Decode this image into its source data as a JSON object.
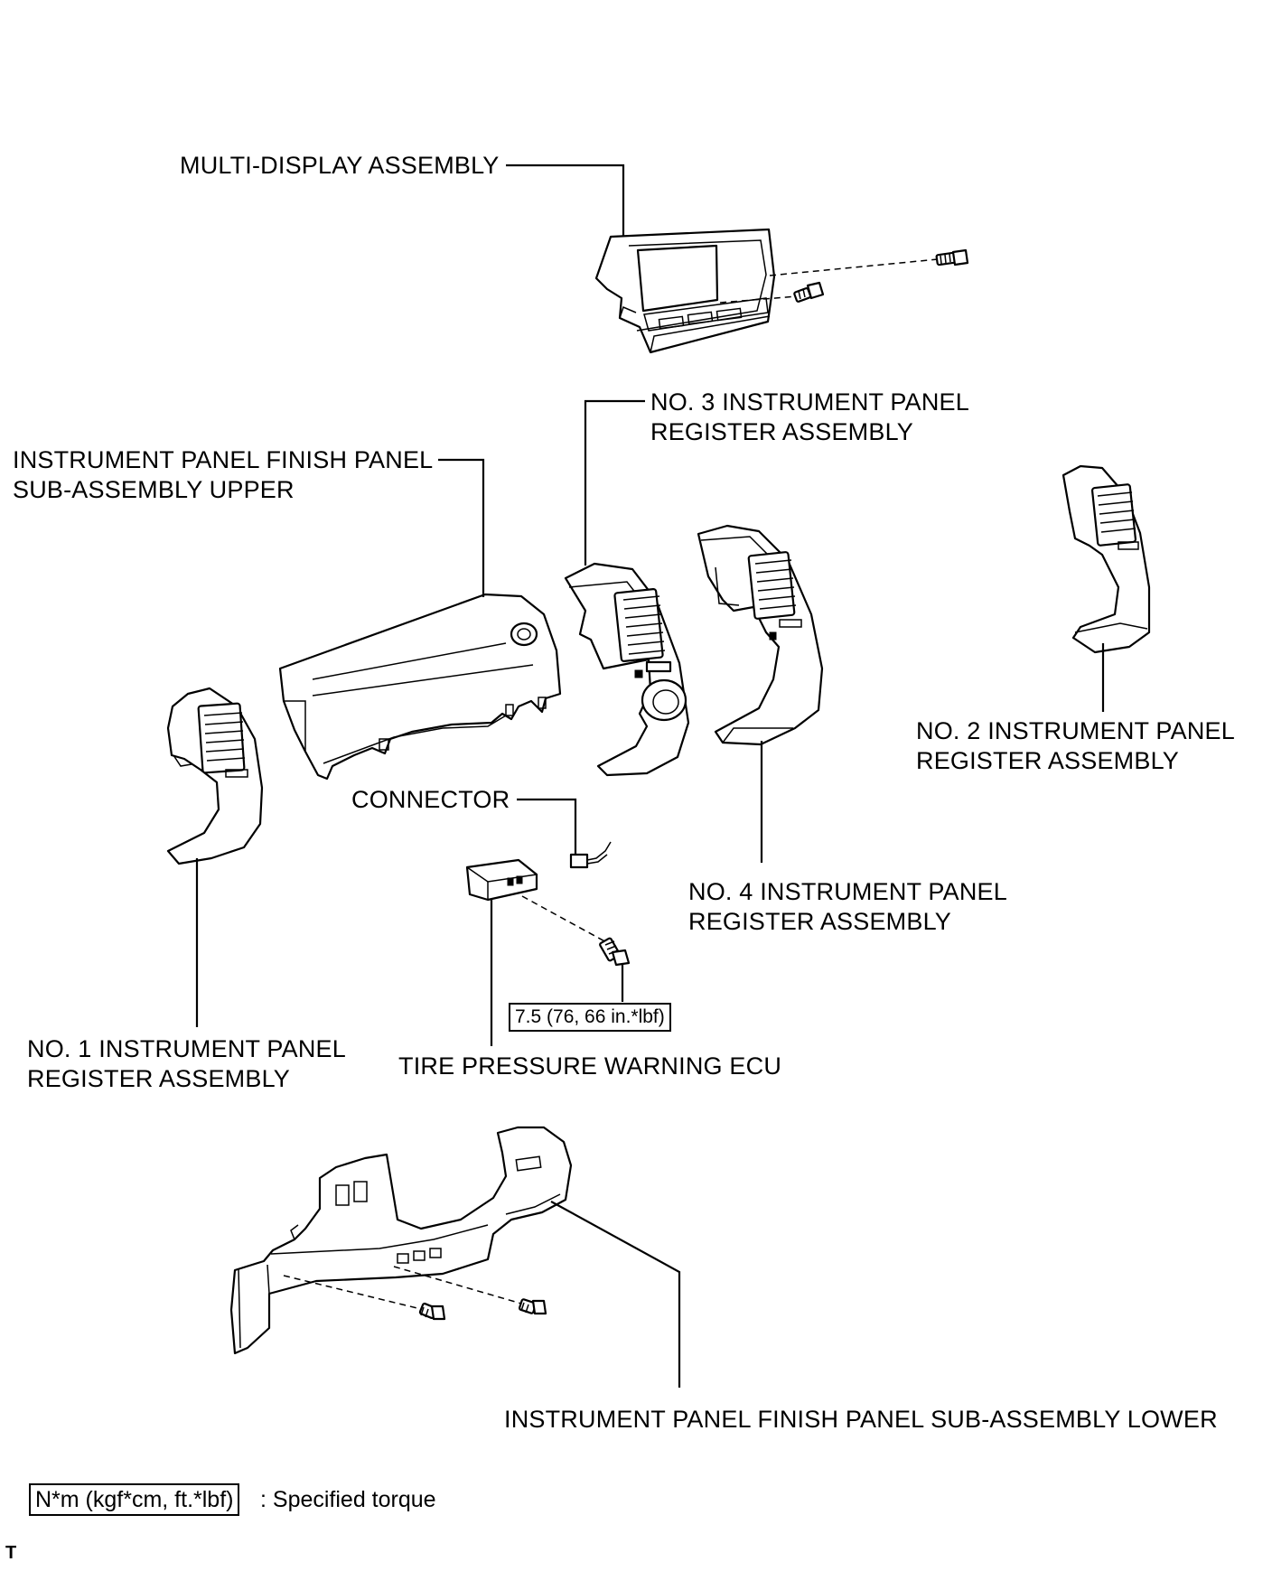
{
  "labels": {
    "multi_display": "MULTI-DISPLAY ASSEMBLY",
    "no3_register_l1": "NO. 3 INSTRUMENT PANEL",
    "no3_register_l2": "REGISTER ASSEMBLY",
    "finish_upper_l1": "INSTRUMENT PANEL FINISH PANEL",
    "finish_upper_l2": "SUB-ASSEMBLY UPPER",
    "no2_register_l1": "NO. 2 INSTRUMENT PANEL",
    "no2_register_l2": "REGISTER ASSEMBLY",
    "connector": "CONNECTOR",
    "no4_register_l1": "NO. 4 INSTRUMENT PANEL",
    "no4_register_l2": "REGISTER ASSEMBLY",
    "no1_register_l1": "NO. 1 INSTRUMENT PANEL",
    "no1_register_l2": "REGISTER ASSEMBLY",
    "tire_ecu": "TIRE PRESSURE WARNING ECU",
    "finish_lower": "INSTRUMENT PANEL FINISH PANEL SUB-ASSEMBLY LOWER"
  },
  "torque": {
    "ecu_bolt": "7.5 (76, 66 in.*lbf)"
  },
  "legend": {
    "unit_box": "N*m (kgf*cm, ft.*lbf)",
    "description": ": Specified torque"
  },
  "corner_mark": "T"
}
